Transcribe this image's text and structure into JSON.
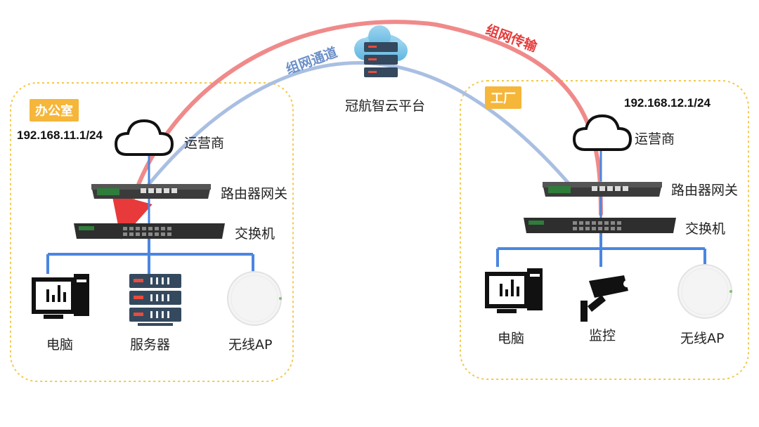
{
  "cloud_platform": {
    "label": "冠航智云平台"
  },
  "links": {
    "tunnel": {
      "label": "组网通道",
      "color": "#6b8fc8"
    },
    "transfer": {
      "label": "组网传输",
      "color": "#e83a3a"
    }
  },
  "sites": [
    {
      "name": "办公室",
      "subnet": "192.168.11.1/24",
      "isp_label": "运营商",
      "gateway_label": "路由器网关",
      "switch_label": "交换机",
      "devices": [
        "电脑",
        "服务器",
        "无线AP"
      ]
    },
    {
      "name": "工厂",
      "subnet": "192.168.12.1/24",
      "isp_label": "运营商",
      "gateway_label": "路由器网关",
      "switch_label": "交换机",
      "devices": [
        "电脑",
        "监控",
        "无线AP"
      ]
    }
  ],
  "colors": {
    "accent_tag": "#f5b63a",
    "zone_border": "#f3c94a",
    "lan_line": "#4a86e0",
    "router_green": "#2f7d3a"
  }
}
